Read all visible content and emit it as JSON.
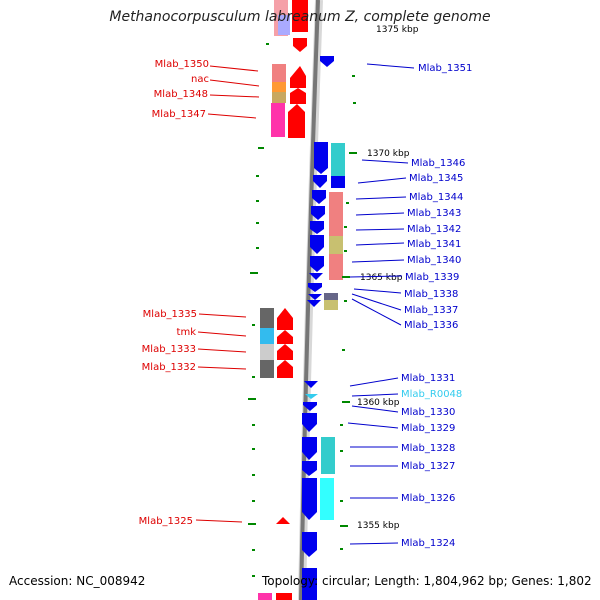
{
  "title": "Methanocorpusculum labreanum Z, complete genome",
  "footer": {
    "accession": "Accession: NC_008942",
    "summary": "Topology: circular; Length: 1,804,962 bp; Genes: 1,802"
  },
  "scale_labels": [
    "1375 kbp",
    "1370 kbp",
    "1365 kbp",
    "1360 kbp",
    "1355 kbp"
  ],
  "colors": {
    "left_label": "#dd0000",
    "right_label": "#0000cc",
    "rna_label": "#33ccee",
    "forward_gene": "#ff0000",
    "reverse_gene": "#0000ee",
    "tick": "#008800"
  },
  "left_labels": [
    "Mlab_1350",
    "nac",
    "Mlab_1348",
    "Mlab_1347",
    "Mlab_1335",
    "tmk",
    "Mlab_1333",
    "Mlab_1332",
    "Mlab_1325"
  ],
  "right_labels": [
    "Mlab_1351",
    "Mlab_1346",
    "Mlab_1345",
    "Mlab_1344",
    "Mlab_1343",
    "Mlab_1342",
    "Mlab_1341",
    "Mlab_1340",
    "Mlab_1339",
    "Mlab_1338",
    "Mlab_1337",
    "Mlab_1336",
    "Mlab_1331",
    "Mlab_R0048",
    "Mlab_1330",
    "Mlab_1329",
    "Mlab_1328",
    "Mlab_1327",
    "Mlab_1326",
    "Mlab_1324"
  ]
}
